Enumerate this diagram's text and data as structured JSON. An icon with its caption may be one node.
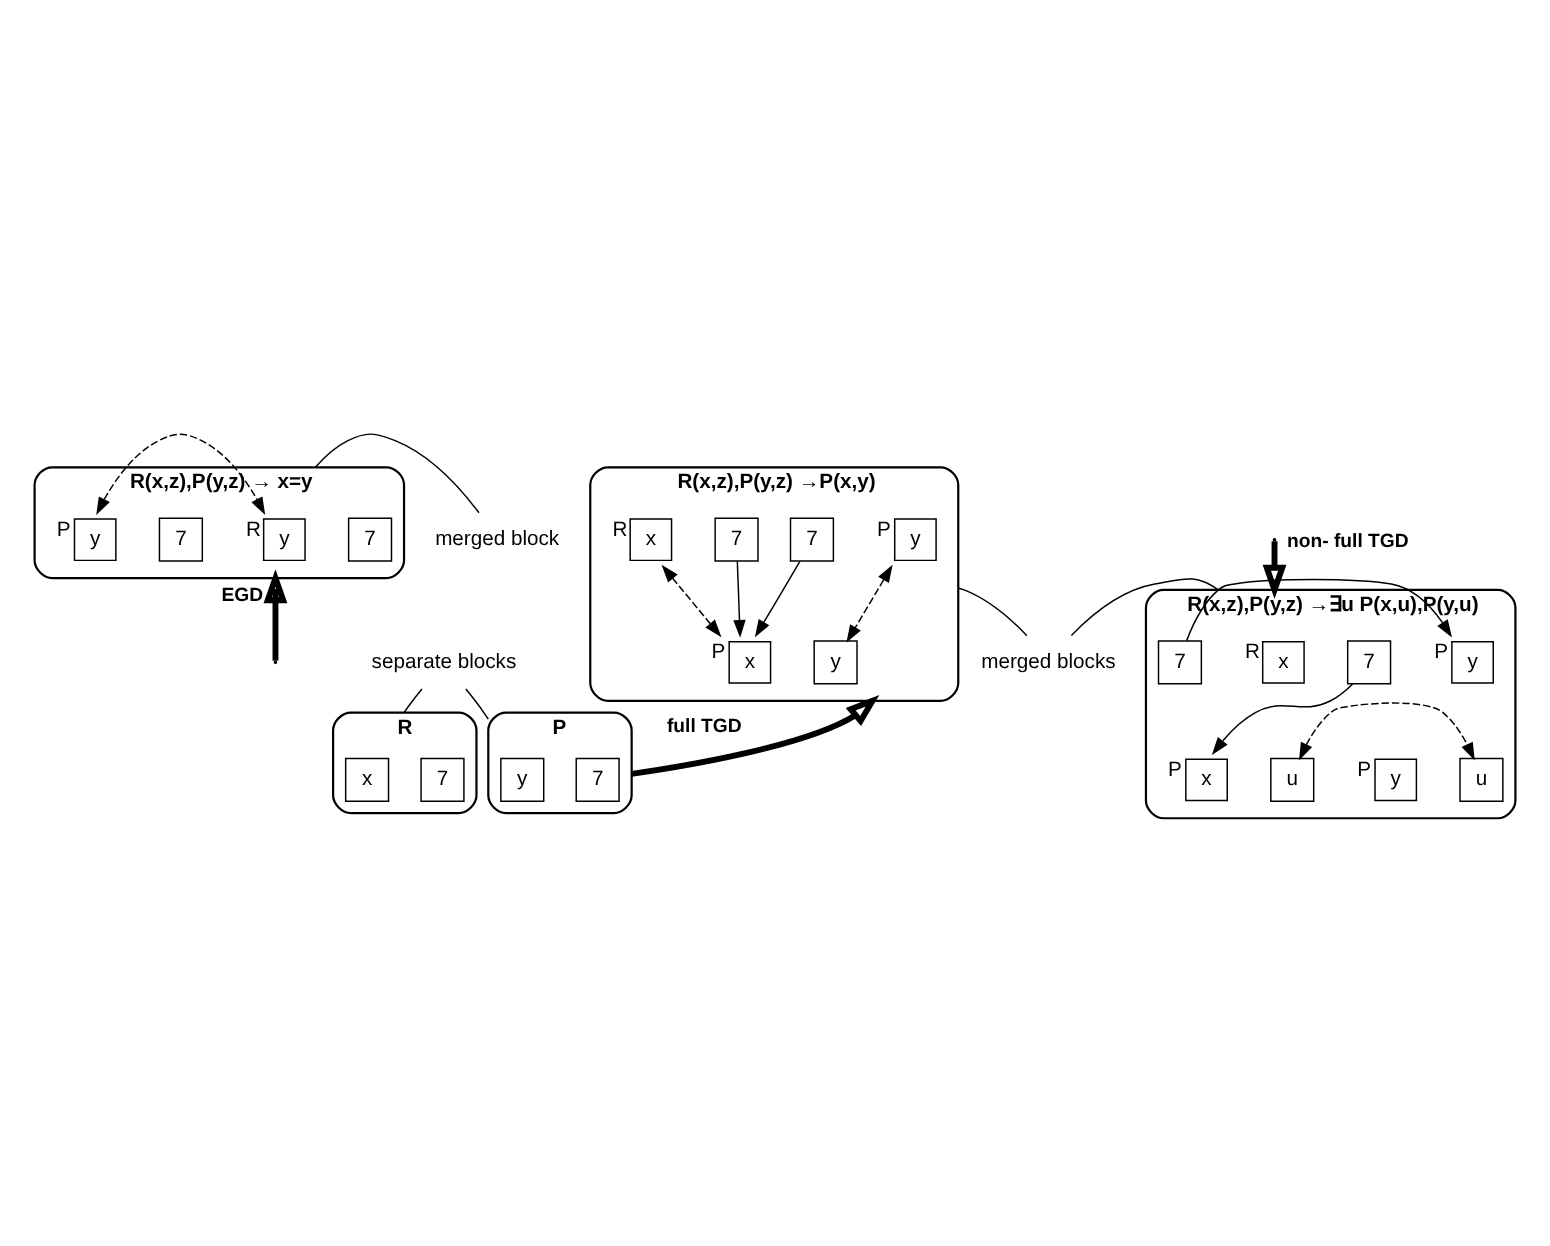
{
  "diagram": {
    "nodes": [
      {
        "text": [
          "R(x,z),P(y,z) → x=y"
        ]
      },
      {
        "text": [
          "y"
        ],
        "in": 0,
        "beside": [
          "R"
        ]
      },
      {
        "text": [
          "7"
        ],
        "in": 0
      },
      {
        "text": [
          "y"
        ],
        "in": 0,
        "beside": [
          "P"
        ]
      },
      {
        "text": [
          "7"
        ],
        "in": 0
      },
      {
        "text": [
          "merged block"
        ]
      },
      {
        "text": [
          "separate blocks"
        ]
      },
      {
        "text": [
          "R"
        ]
      },
      {
        "text": [
          "x"
        ],
        "in": 7
      },
      {
        "text": [
          "7"
        ],
        "in": 7
      },
      {
        "text": [
          "P"
        ]
      },
      {
        "text": [
          "y"
        ],
        "in": 10
      },
      {
        "text": [
          "7"
        ],
        "in": 10
      },
      {
        "text": [
          "R(x,z),P(y,z) →P(x,y)"
        ]
      },
      {
        "text": [
          "x"
        ],
        "in": 13,
        "beside": [
          "R"
        ]
      },
      {
        "text": [
          "7"
        ],
        "in": 13
      },
      {
        "text": [
          "x"
        ],
        "in": 13,
        "beside": [
          "P"
        ]
      },
      {
        "text": [
          "y"
        ],
        "in": 13
      },
      {
        "text": [
          "y"
        ],
        "in": 13,
        "beside": [
          "P"
        ]
      },
      {
        "text": [
          "7"
        ],
        "in": 13
      },
      {
        "text": [
          "R(x,z),P(y,z) →∃u P(x,u),P(y,u)"
        ]
      },
      {
        "text": [
          "x"
        ],
        "in": 20,
        "beside": [
          "R"
        ]
      },
      {
        "text": [
          "7"
        ],
        "in": 20
      },
      {
        "text": [
          "x"
        ],
        "in": 20,
        "beside": [
          "P"
        ]
      },
      {
        "text": [
          "u"
        ],
        "in": 20
      },
      {
        "text": [
          "y"
        ],
        "in": 20,
        "beside": [
          "P"
        ]
      },
      {
        "text": [
          "7"
        ],
        "in": 20
      },
      {
        "text": [
          "y"
        ],
        "in": 20,
        "beside": [
          "P"
        ]
      },
      {
        "text": [
          "u"
        ],
        "in": 20
      },
      {
        "text": [
          "merged blocks"
        ]
      }
    ],
    "edges": [
      {
        "from": 3,
        "to": 1,
        "arrow": "both",
        "style": "dashed"
      },
      {
        "from": 5,
        "to": 0,
        "arrow": "none"
      },
      {
        "from": 6,
        "to": 7,
        "arrow": "none"
      },
      {
        "from": 6,
        "to": 10,
        "arrow": "none"
      },
      {
        "from": null,
        "to": 0,
        "arrow": "to",
        "label": "EGD",
        "style": "thick"
      },
      {
        "from": 10,
        "to": 13,
        "arrow": "to",
        "label": "full TGD",
        "style": "thick"
      },
      {
        "from": null,
        "to": 20,
        "arrow": "to",
        "label": "non- full TGD",
        "style": "thick"
      },
      {
        "from": 15,
        "to": 16,
        "arrow": "to"
      },
      {
        "from": 19,
        "to": 16,
        "arrow": "to"
      },
      {
        "from": 14,
        "to": 16,
        "arrow": "both",
        "style": "dashed"
      },
      {
        "from": 18,
        "to": 17,
        "arrow": "both",
        "style": "dashed"
      },
      {
        "from": 22,
        "to": 23,
        "arrow": "to"
      },
      {
        "from": 26,
        "to": 25,
        "arrow": "to"
      },
      {
        "from": 24,
        "to": 28,
        "arrow": "both",
        "style": "dashed"
      },
      {
        "from": 29,
        "to": 13,
        "arrow": "none"
      },
      {
        "from": 29,
        "to": 20,
        "arrow": "none"
      }
    ]
  }
}
